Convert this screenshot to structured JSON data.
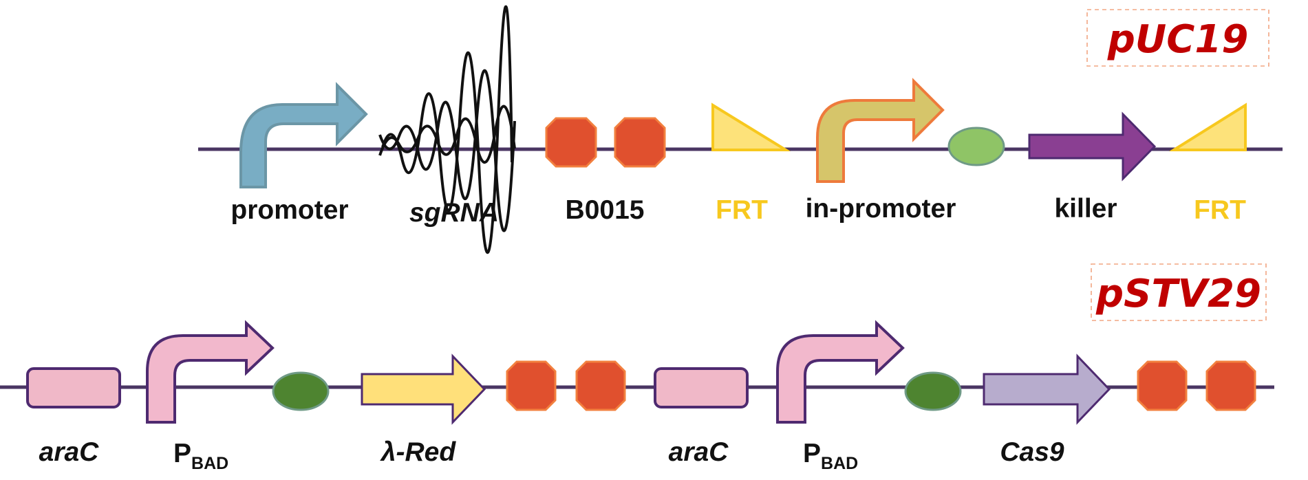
{
  "diagram": {
    "colors": {
      "backbone": "#4A3663",
      "plasmid_name": "#C00000",
      "terminator": "#E0502E",
      "terminator_edge": "#F2803F",
      "frt": "#F7C81E",
      "frt_fill": "#FDE27A",
      "rbs_light": "#8FC466",
      "rbs_dark": "#4E8430",
      "promoter_blue": "#79ADC4",
      "in_promoter": "#D6C56A",
      "in_promoter_edge": "#EE7A3C",
      "killer": "#8A3F92",
      "arac": "#F0B8C8",
      "pbad": "#F2B8CC",
      "lambda_red": "#FFE07A",
      "cas9": "#B7ACCD",
      "outline": "#4E2A70"
    },
    "pUC19": {
      "name": "pUC19",
      "labels": {
        "promoter": "promoter",
        "sgrna": "sgRNA",
        "terminator": "B0015",
        "frt1": "FRT",
        "in_promoter": "in-promoter",
        "killer": "killer",
        "frt2": "FRT"
      }
    },
    "pSTV29": {
      "name": "pSTV29",
      "labels": {
        "arac1": "araC",
        "pbad1_main": "P",
        "pbad1_sub": "BAD",
        "lambda_red": "λ-Red",
        "arac2": "araC",
        "pbad2_main": "P",
        "pbad2_sub": "BAD",
        "cas9": "Cas9"
      }
    },
    "icons": [
      "promoter-arrow-icon",
      "sgrna-helix-icon",
      "terminator-octagon-icon",
      "frt-triangle-icon",
      "rbs-oval-icon",
      "cds-arrow-icon",
      "cds-box-icon"
    ]
  }
}
